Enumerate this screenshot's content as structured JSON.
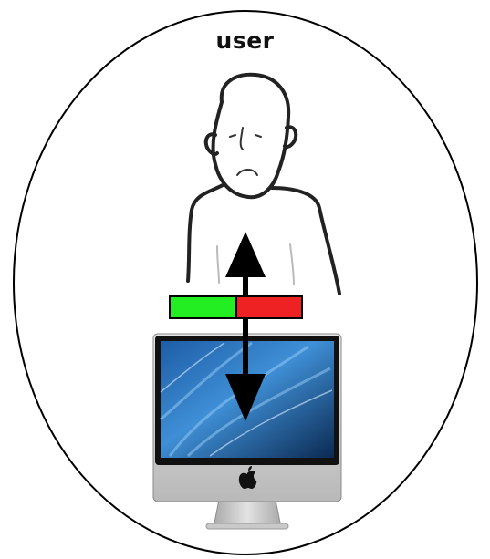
{
  "label": "user",
  "colors": {
    "outline": "#000000",
    "sketch": "#222222",
    "good_bar": "#22ee22",
    "bad_bar": "#ee2222",
    "arrow": "#000000",
    "screen_dark": "#0b2a52",
    "screen_light": "#3f8fd6",
    "monitor_frame": "#111111",
    "monitor_silver": "#d2d2d2"
  },
  "icons": [
    "apple-logo-icon"
  ],
  "bar": {
    "good_fraction": 0.5,
    "bad_fraction": 0.5
  }
}
